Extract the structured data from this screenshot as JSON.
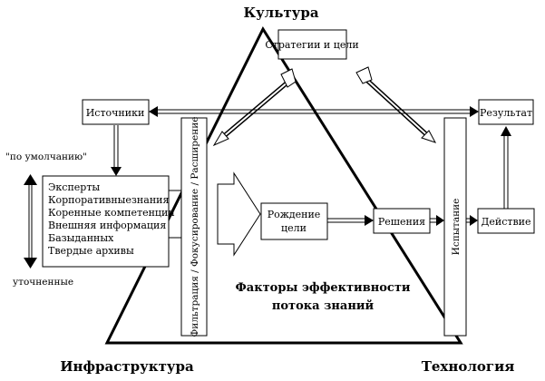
{
  "corners": {
    "culture": "Культура",
    "infrastructure": "Инфраструктура",
    "technology": "Технология"
  },
  "boxes": {
    "strategies": "Стратегии и цели",
    "sources": "Источники",
    "result": "Результат",
    "idea_birth_line1": "Рождение",
    "idea_birth_line2": "цели",
    "decisions": "Решения",
    "action": "Действие",
    "filtering": "Фильтрация / Фокусирование / Расширение",
    "testing": "Испытание"
  },
  "source_list": [
    "Эксперты",
    "Корпоративныезнания",
    "Коренные компетенции",
    "Внешняя информация",
    "Базыданных",
    "Твердые архивы"
  ],
  "scale": {
    "top": "\"по умолчанию\"",
    "bottom": "уточненные"
  },
  "center_title": {
    "line1": "Факторы эффективности",
    "line2": "потока знаний"
  }
}
